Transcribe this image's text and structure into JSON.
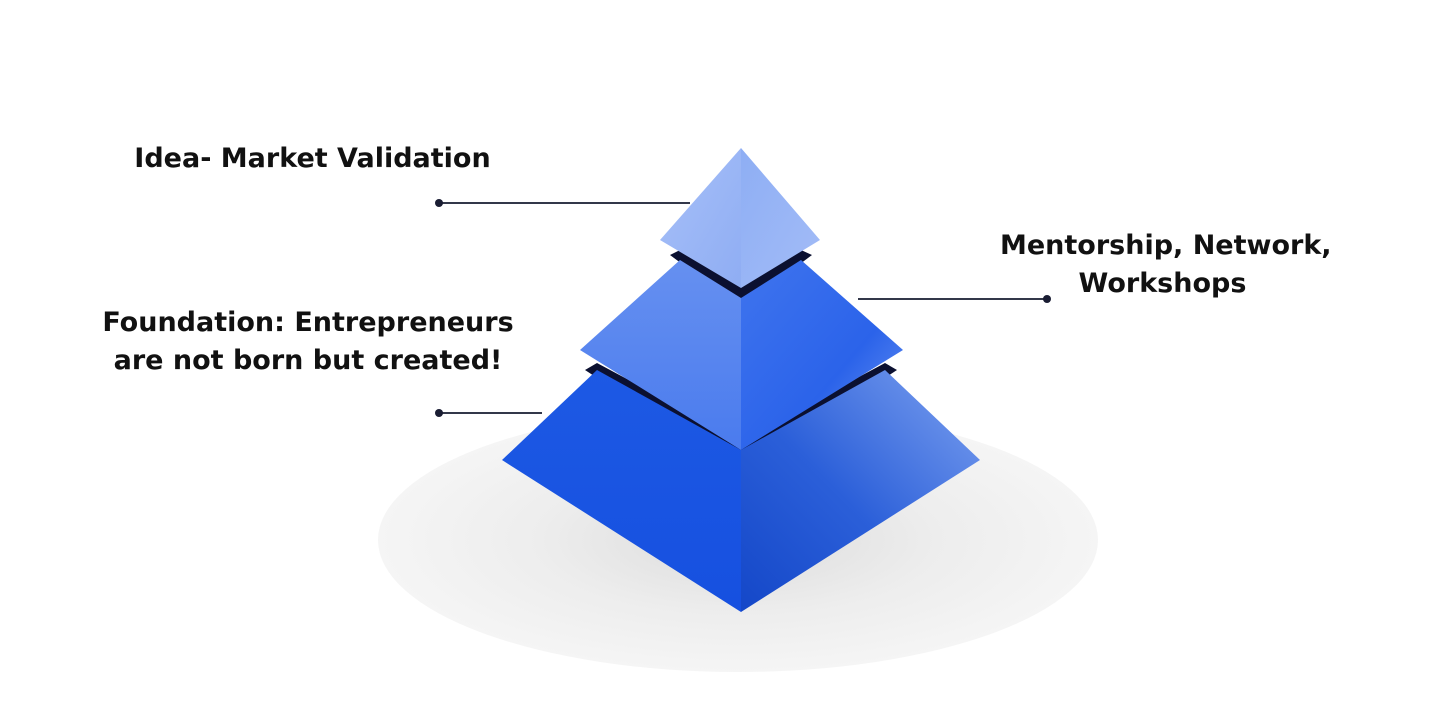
{
  "pyramid": {
    "levels": [
      {
        "id": "top",
        "label_lines": [
          "Idea- Market Validation"
        ]
      },
      {
        "id": "middle",
        "label_lines": [
          "Mentorship, Network,",
          "Workshops"
        ]
      },
      {
        "id": "bottom",
        "label_lines": [
          "Foundation: Entrepreneurs",
          "are not born but created!"
        ]
      }
    ],
    "colors": {
      "top_left": "#9db8f6",
      "top_right": "#88a9f2",
      "middle_left": "#5a87ee",
      "middle_right": "#3d72ec",
      "bottom_left": "#1a56e3",
      "bottom_right": "#2d62dd",
      "gap": "#0b1030",
      "connector": "#33384a",
      "shadow": "#efefef"
    }
  }
}
